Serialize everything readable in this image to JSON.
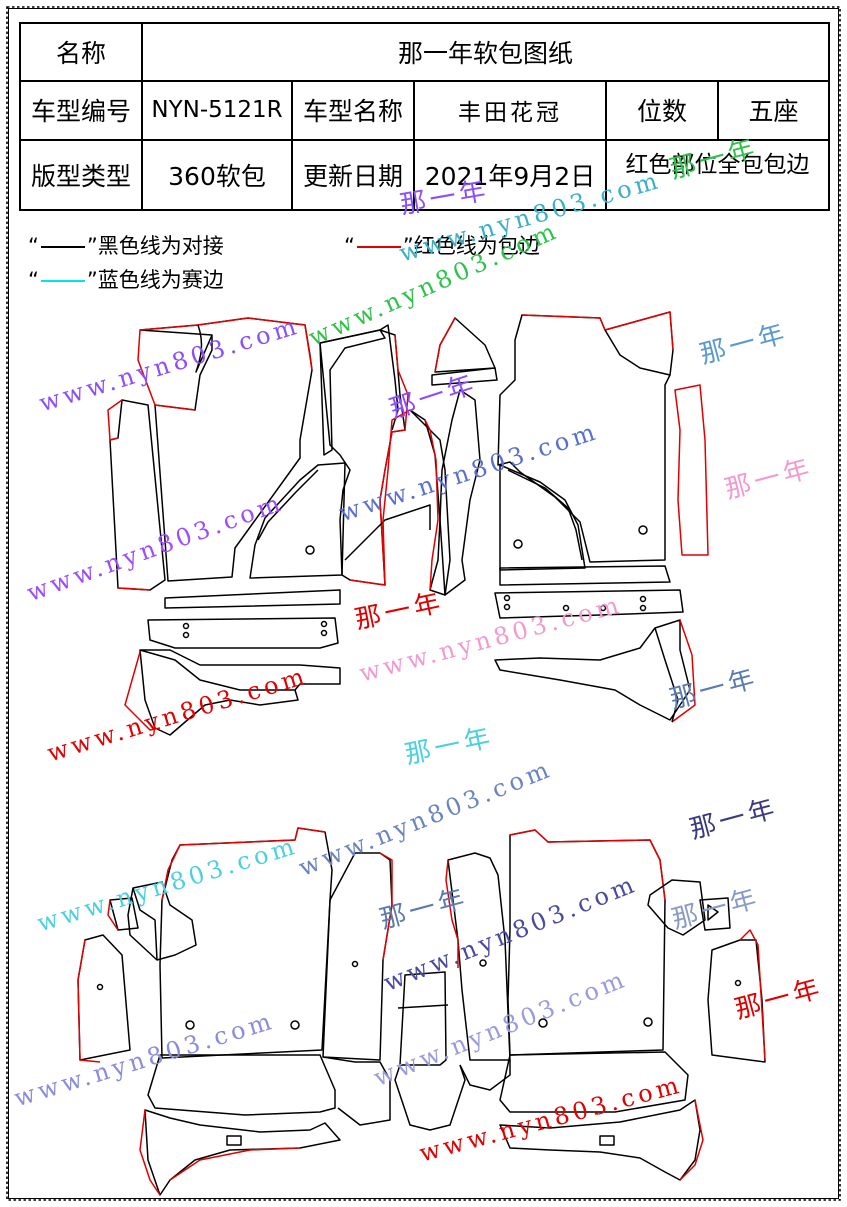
{
  "table": {
    "r1": {
      "name_label": "名称",
      "name_value": "那一年软包图纸"
    },
    "r2": {
      "model_no_label": "车型编号",
      "model_no": "NYN-5121R",
      "model_name_label": "车型名称",
      "model_name": "丰田花冠",
      "seats_label": "位数",
      "seats": "五座"
    },
    "r3": {
      "type_label": "版型类型",
      "type": "360软包",
      "date_label": "更新日期",
      "date": "2021年9月2日",
      "note": "红色部位全包包边"
    }
  },
  "legend": {
    "black": {
      "open": "“",
      "close": "”黑色线为对接",
      "color": "#000000"
    },
    "red": {
      "open": "“",
      "close": "”红色线为包边",
      "color": "#e00000"
    },
    "cyan": {
      "open": "“",
      "close": "”蓝色线为赛边",
      "color": "#00e5e5"
    }
  },
  "watermark": {
    "url": "www.nyn803.com",
    "brand": "那一年"
  }
}
